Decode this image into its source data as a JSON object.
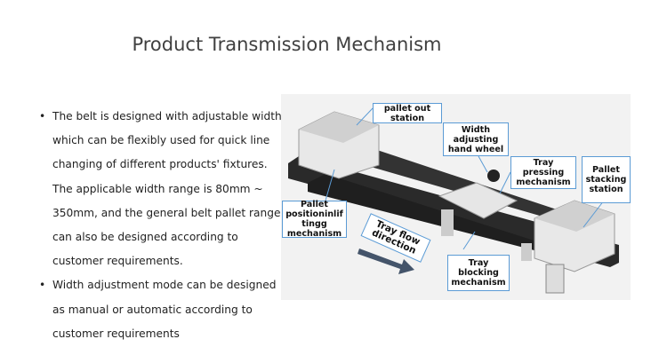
{
  "title": "Product Transmission Mechanism",
  "bullets": [
    "The belt is designed with adjustable width, which can be flexibly used for quick line changing of different products' fixtures. The applicable width range is 80mm ~ 350mm, and the general belt pallet range can also be designed according to customer requirements.",
    "Width adjustment mode can be designed as manual or automatic according to customer requirements"
  ],
  "figure": {
    "labels": {
      "pallet_out": "pallet out station",
      "hand_wheel": "Width adjusting hand wheel",
      "tray_pressing": "Tray pressing mechanism",
      "pallet_stacking": "Pallet stacking station",
      "pallet_positioning": "Pallet positioninlif tingg mechanism",
      "flow_direction": "Tray flow direction",
      "tray_blocking": "Tray blocking mechanism"
    },
    "colors": {
      "label_border": "#5b9bd5",
      "arrow": "#44546a",
      "frame": "#2a2a2a"
    }
  }
}
